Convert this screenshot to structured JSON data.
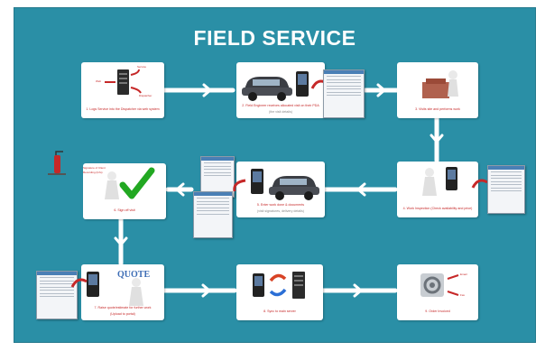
{
  "title": "FIELD SERVICE",
  "colors": {
    "background": "#2a8fa6",
    "card": "#ffffff",
    "caption": "#c62828",
    "arrow": "#ffffff",
    "check": "#22a822"
  },
  "steps": [
    {
      "number": "1",
      "caption": "1. Logs Service into the Dispatcher via web system",
      "labels": [
        "Web",
        "Service",
        "Dispatcher"
      ],
      "icons": [
        "server-icon",
        "arrow-icon"
      ]
    },
    {
      "number": "2",
      "caption": "2. Field Engineer receives allocated visit on their PDA",
      "sublabel": "(the visit details)",
      "icons": [
        "car-icon",
        "phone-icon",
        "screenshot-icon"
      ]
    },
    {
      "number": "3",
      "caption": "3. Visits site and performs work",
      "icons": [
        "worker-icon"
      ]
    },
    {
      "number": "4",
      "caption": "4. Work Inspection (Check availability and price)",
      "icons": [
        "worker-icon",
        "phone-icon",
        "screenshot-icon"
      ]
    },
    {
      "number": "5",
      "caption": "5. Enter work done & documents",
      "sublabel": "(visit signatures, delivery details)",
      "icons": [
        "car-icon",
        "phone-icon",
        "screenshot-icon"
      ]
    },
    {
      "number": "6",
      "caption": "6. Sign off visit",
      "labels": [
        "Signature of Client",
        "Recording (Info)"
      ],
      "icons": [
        "worker-icon",
        "checkmark-icon",
        "extinguisher-icon"
      ]
    },
    {
      "number": "7",
      "caption": "7. Raise quote/estimate for further work",
      "sublabel": "(Upload to portal)",
      "labels": [
        "QUOTE"
      ],
      "icons": [
        "phone-icon",
        "worker-icon",
        "screenshot-icon"
      ]
    },
    {
      "number": "8",
      "caption": "8. Sync to main server",
      "icons": [
        "phone-icon",
        "sync-icon",
        "server-icon"
      ]
    },
    {
      "number": "9",
      "caption": "9. Order Invoiced",
      "labels": [
        "Email",
        "Fax"
      ],
      "icons": [
        "email-icon"
      ]
    }
  ]
}
